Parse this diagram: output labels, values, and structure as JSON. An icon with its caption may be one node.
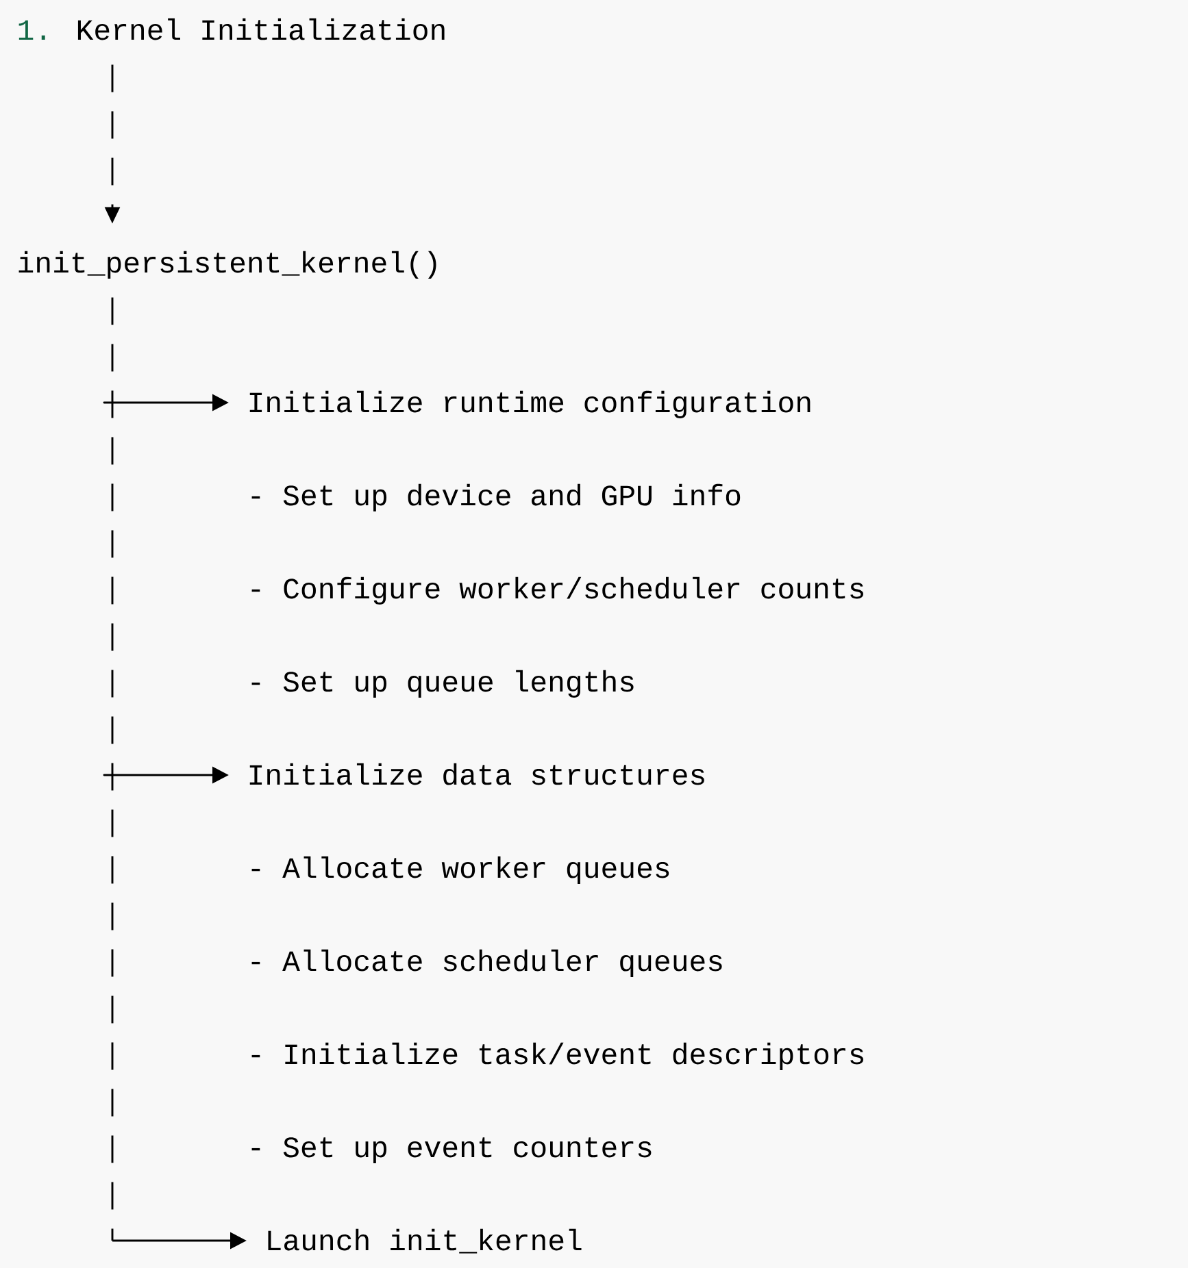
{
  "diagram": {
    "nodes": [
      {
        "text": [
          "1.",
          "Kernel Initialization"
        ]
      },
      {
        "text": [
          "init_persistent_kernel()"
        ]
      },
      {
        "text": [
          "Initialize runtime configuration"
        ]
      },
      {
        "text": [
          "Initialize data structures"
        ]
      },
      {
        "text": [
          "Launch init_kernel"
        ]
      }
    ],
    "edges": [
      {
        "from": 0,
        "to": 1,
        "arrow": "to",
        "style": "dashed"
      },
      {
        "from": 1,
        "to": 2,
        "arrow": "to",
        "style": "dashed"
      },
      {
        "from": 1,
        "to": 3,
        "arrow": "to",
        "style": "dashed"
      },
      {
        "from": 1,
        "to": 4,
        "arrow": "to",
        "style": "dashed"
      }
    ],
    "labels": [
      "- Set up device and GPU info",
      "- Configure worker/scheduler counts",
      "- Set up queue lengths",
      "- Allocate worker queues",
      "- Allocate scheduler queues",
      "- Initialize task/event descriptors",
      "- Set up event counters"
    ]
  }
}
